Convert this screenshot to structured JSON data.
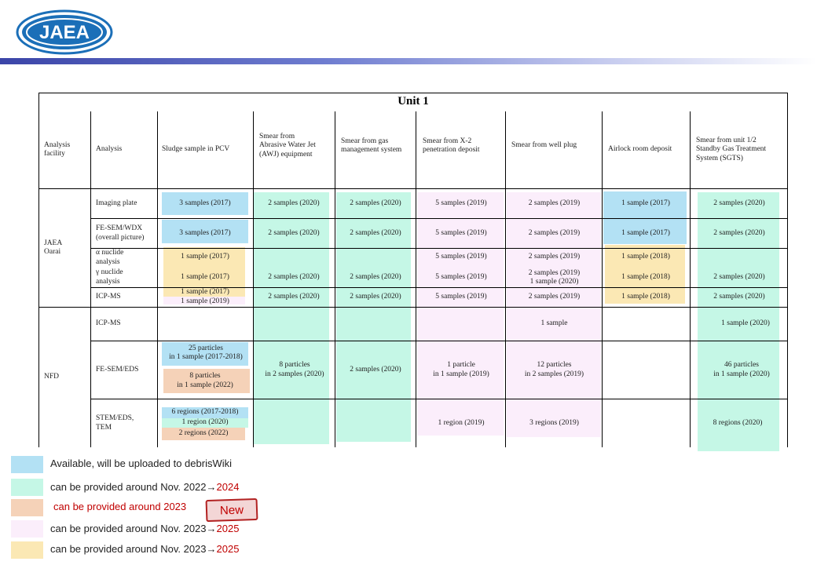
{
  "header": {
    "logo_text": "JAEA"
  },
  "table": {
    "title": "Unit 1",
    "headers": {
      "facility": "Analysis\nfacility",
      "analysis": "Analysis",
      "sludge": "Sludge sample in PCV",
      "awj": "Smear from\nAbrasive Water Jet\n(AWJ) equipment",
      "gas": "Smear from gas\nmanagement system",
      "x2": "Smear from X-2\npenetration deposit",
      "plug": "Smear from well plug",
      "airlock": "Airlock room deposit",
      "sgts": "Smear from unit 1/2\nStandby Gas Treatment\nSystem (SGTS)"
    },
    "facilities": {
      "jaea": "JAEA\nOarai",
      "nfd": "NFD"
    },
    "analyses": {
      "imaging": "Imaging plate",
      "fesem_wdx": "FE-SEM/WDX\n(overall picture)",
      "alpha": "α nuclide\nanalysis",
      "gamma": "γ nuclide\nanalysis",
      "icpms_jaea": "ICP-MS",
      "icpms_nfd": "ICP-MS",
      "fesem_eds": "FE-SEM/EDS",
      "stem": "STEM/EDS,\nTEM"
    },
    "cells": {
      "imaging": {
        "sludge": "3 samples (2017)",
        "awj": "2 samples (2020)",
        "gas": "2 samples (2020)",
        "x2": "5 samples (2019)",
        "plug": "2 samples (2019)",
        "airlock": "1 sample (2017)",
        "sgts": "2 samples (2020)"
      },
      "fesem_wdx": {
        "sludge": "3 samples (2017)",
        "awj": "2 samples (2020)",
        "gas": "2 samples (2020)",
        "x2": "5 samples (2019)",
        "plug": "2 samples (2019)",
        "airlock": "1 sample (2017)",
        "sgts": "2 samples (2020)"
      },
      "alpha": {
        "sludge": "1 sample (2017)",
        "x2": "5 samples (2019)",
        "plug": "2 samples (2019)",
        "airlock": "1 sample (2018)"
      },
      "gamma": {
        "sludge": "1 sample (2017)",
        "awj": "2 samples (2020)",
        "gas": "2 samples (2020)",
        "x2": "5 samples (2019)",
        "plug": "2 samples (2019)\n1 sample (2020)",
        "airlock": "1 sample (2018)",
        "sgts": "2 samples (2020)"
      },
      "icpms_jaea": {
        "sludge_a": "1 sample (2017)",
        "sludge_b": "1 sample (2019)",
        "awj": "2 samples (2020)",
        "gas": "2 samples (2020)",
        "x2": "5 samples (2019)",
        "plug": "2 samples (2019)",
        "airlock": "1 sample (2018)",
        "sgts": "2 samples (2020)"
      },
      "icpms_nfd": {
        "plug": "1 sample",
        "sgts": "1 sample (2020)"
      },
      "fesem_eds": {
        "sludge_a": "25 particles\nin 1 sample (2017-2018)",
        "sludge_b": "8 particles\nin 1 sample (2022)",
        "awj": "8 particles\nin 2 samples (2020)",
        "gas": "2 samples (2020)",
        "x2": "1 particle\nin 1 sample (2019)",
        "plug": "12 particles\nin 2 samples (2019)",
        "sgts": "46 particles\nin 1 sample (2020)"
      },
      "stem": {
        "sludge_a": "6 regions (2017-2018)",
        "sludge_b": "1 region (2020)",
        "sludge_c": "2 regions (2022)",
        "x2": "1 region (2019)",
        "plug": "3 regions (2019)",
        "sgts": "8 regions (2020)"
      }
    }
  },
  "legend": [
    {
      "text": "Available, will be uploaded to debrisWiki",
      "color": "#b3e1f4"
    },
    {
      "text": "can be provided around Nov. 2022→",
      "year": "2024",
      "color": "#c5f7e6"
    },
    {
      "text": "can be provided around 2023",
      "color": "#f5d2b8",
      "badge": "New"
    },
    {
      "text": "can be provided around Nov. 2023→",
      "year": "2025",
      "color": "#fbeefb"
    },
    {
      "text": "can be provided around Nov. 2023→",
      "year": "2025",
      "color": "#fbe8b4"
    }
  ],
  "colors": {
    "blue": "#b3e1f4",
    "green": "#c5f7e6",
    "orange": "#f5d2b8",
    "pink": "#fbeefb",
    "yellow": "#fbe8b4",
    "accent_red": "#c00000",
    "banner": "#3b45a8"
  }
}
